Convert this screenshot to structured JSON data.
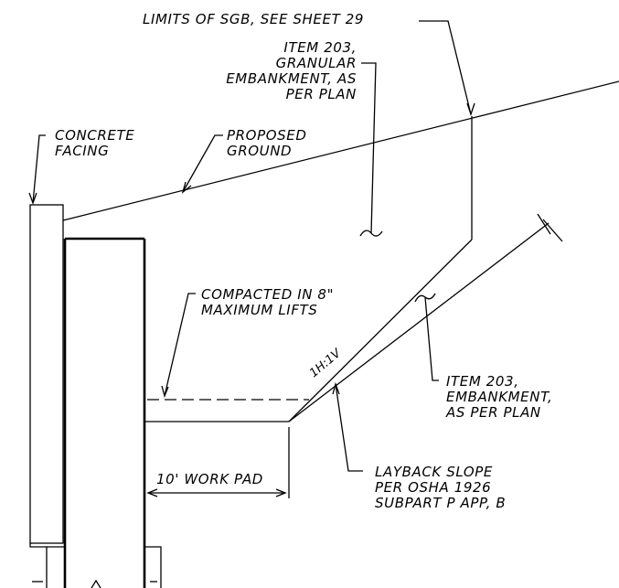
{
  "labels": {
    "limits_sgb": "LIMITS OF SGB, SEE SHEET 29",
    "item203_granular": [
      "ITEM 203,",
      "GRANULAR",
      "EMBANKMENT, AS",
      "PER PLAN"
    ],
    "concrete_facing": [
      "CONCRETE",
      "FACING"
    ],
    "proposed_ground": [
      "PROPOSED",
      "GROUND"
    ],
    "compacted": [
      "COMPACTED IN 8\"",
      "MAXIMUM LIFTS"
    ],
    "slope_ratio": "1H:1V",
    "item203_embankment": [
      "ITEM 203,",
      "EMBANKMENT,",
      "AS PER PLAN"
    ],
    "work_pad": "10' WORK PAD",
    "layback_slope": [
      "LAYBACK SLOPE",
      "PER OSHA 1926",
      "SUBPART P APP, B"
    ]
  }
}
